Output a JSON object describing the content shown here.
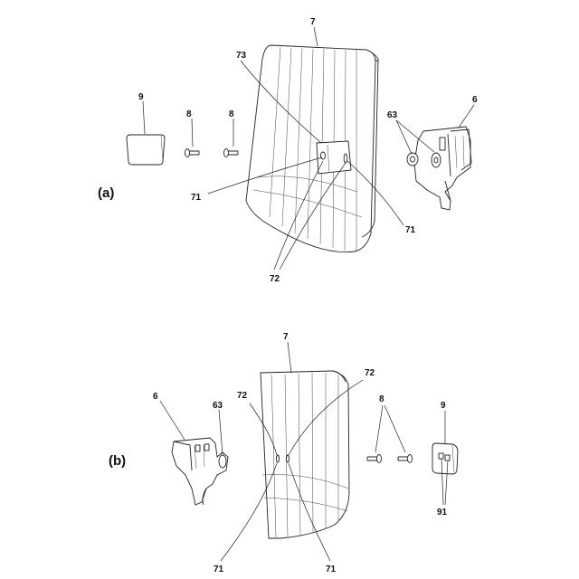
{
  "figure": {
    "panel_a": {
      "label": "(a)",
      "parts": {
        "panel": "7",
        "boss": "73",
        "cap": "9",
        "screw1": "8",
        "screw2": "8",
        "bracket": "6",
        "pins": "63",
        "hole_left": "71",
        "hole_right": "71",
        "slots": "72"
      }
    },
    "panel_b": {
      "label": "(b)",
      "parts": {
        "panel": "7",
        "bracket": "6",
        "pins": "63",
        "slot_left": "72",
        "slot_right": "72",
        "screws": "8",
        "cap": "9",
        "cap_holes": "91",
        "hole_left": "71",
        "hole_right": "71"
      }
    }
  }
}
